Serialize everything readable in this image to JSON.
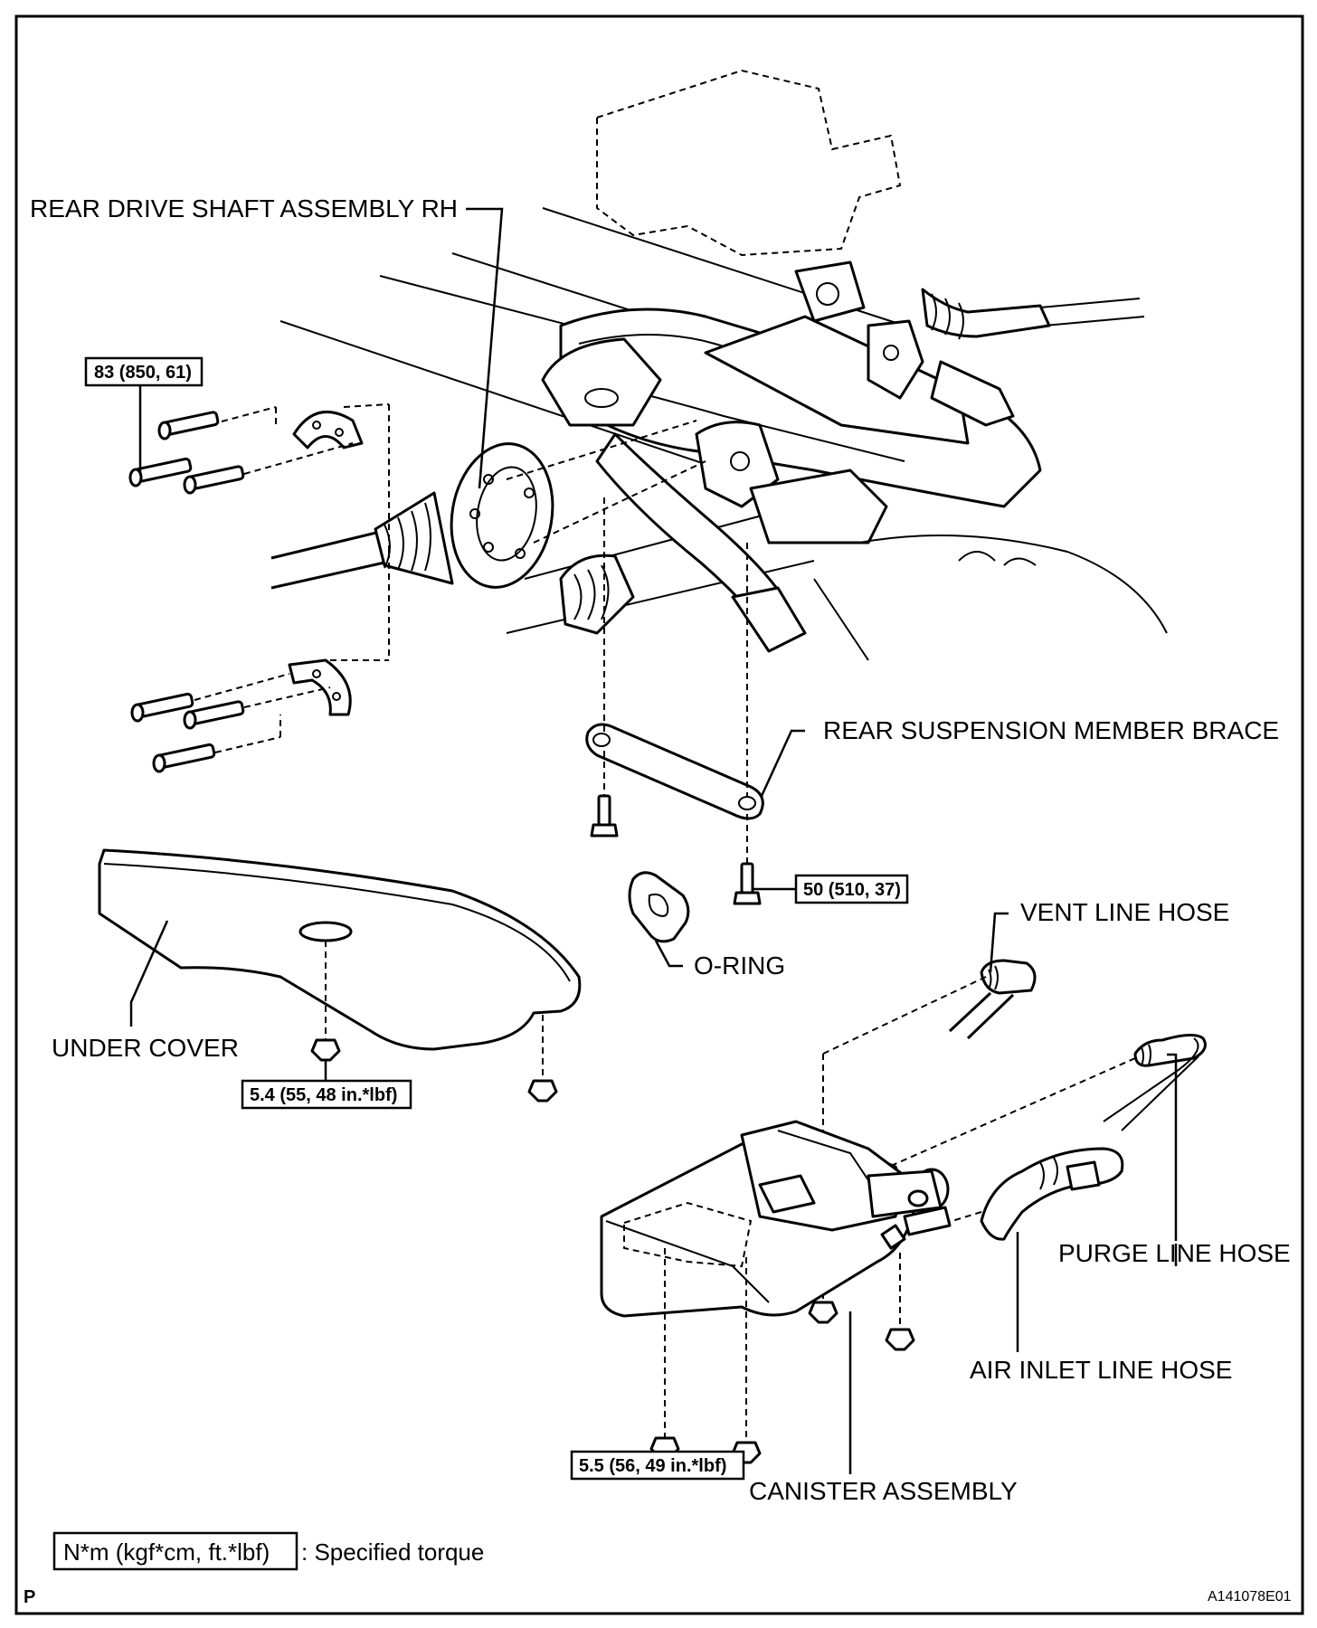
{
  "labels": {
    "rear_drive_shaft": "REAR DRIVE SHAFT ASSEMBLY RH",
    "rear_suspension_brace": "REAR SUSPENSION MEMBER BRACE",
    "vent_line_hose": "VENT LINE HOSE",
    "o_ring": "O-RING",
    "under_cover": "UNDER COVER",
    "purge_line_hose": "PURGE LINE HOSE",
    "air_inlet_line_hose": "AIR INLET LINE HOSE",
    "canister_assembly": "CANISTER ASSEMBLY"
  },
  "torques": {
    "drive_shaft_bolt": "83 (850, 61)",
    "brace_bolt": "50 (510, 37)",
    "under_cover_nut": "5.4 (55, 48 in.*lbf)",
    "canister_nut": "5.5 (56, 49 in.*lbf)"
  },
  "legend": {
    "unit_box": "N*m (kgf*cm, ft.*lbf)",
    "description": ": Specified torque"
  },
  "corner": {
    "left": "P",
    "right": "A141078E01"
  }
}
